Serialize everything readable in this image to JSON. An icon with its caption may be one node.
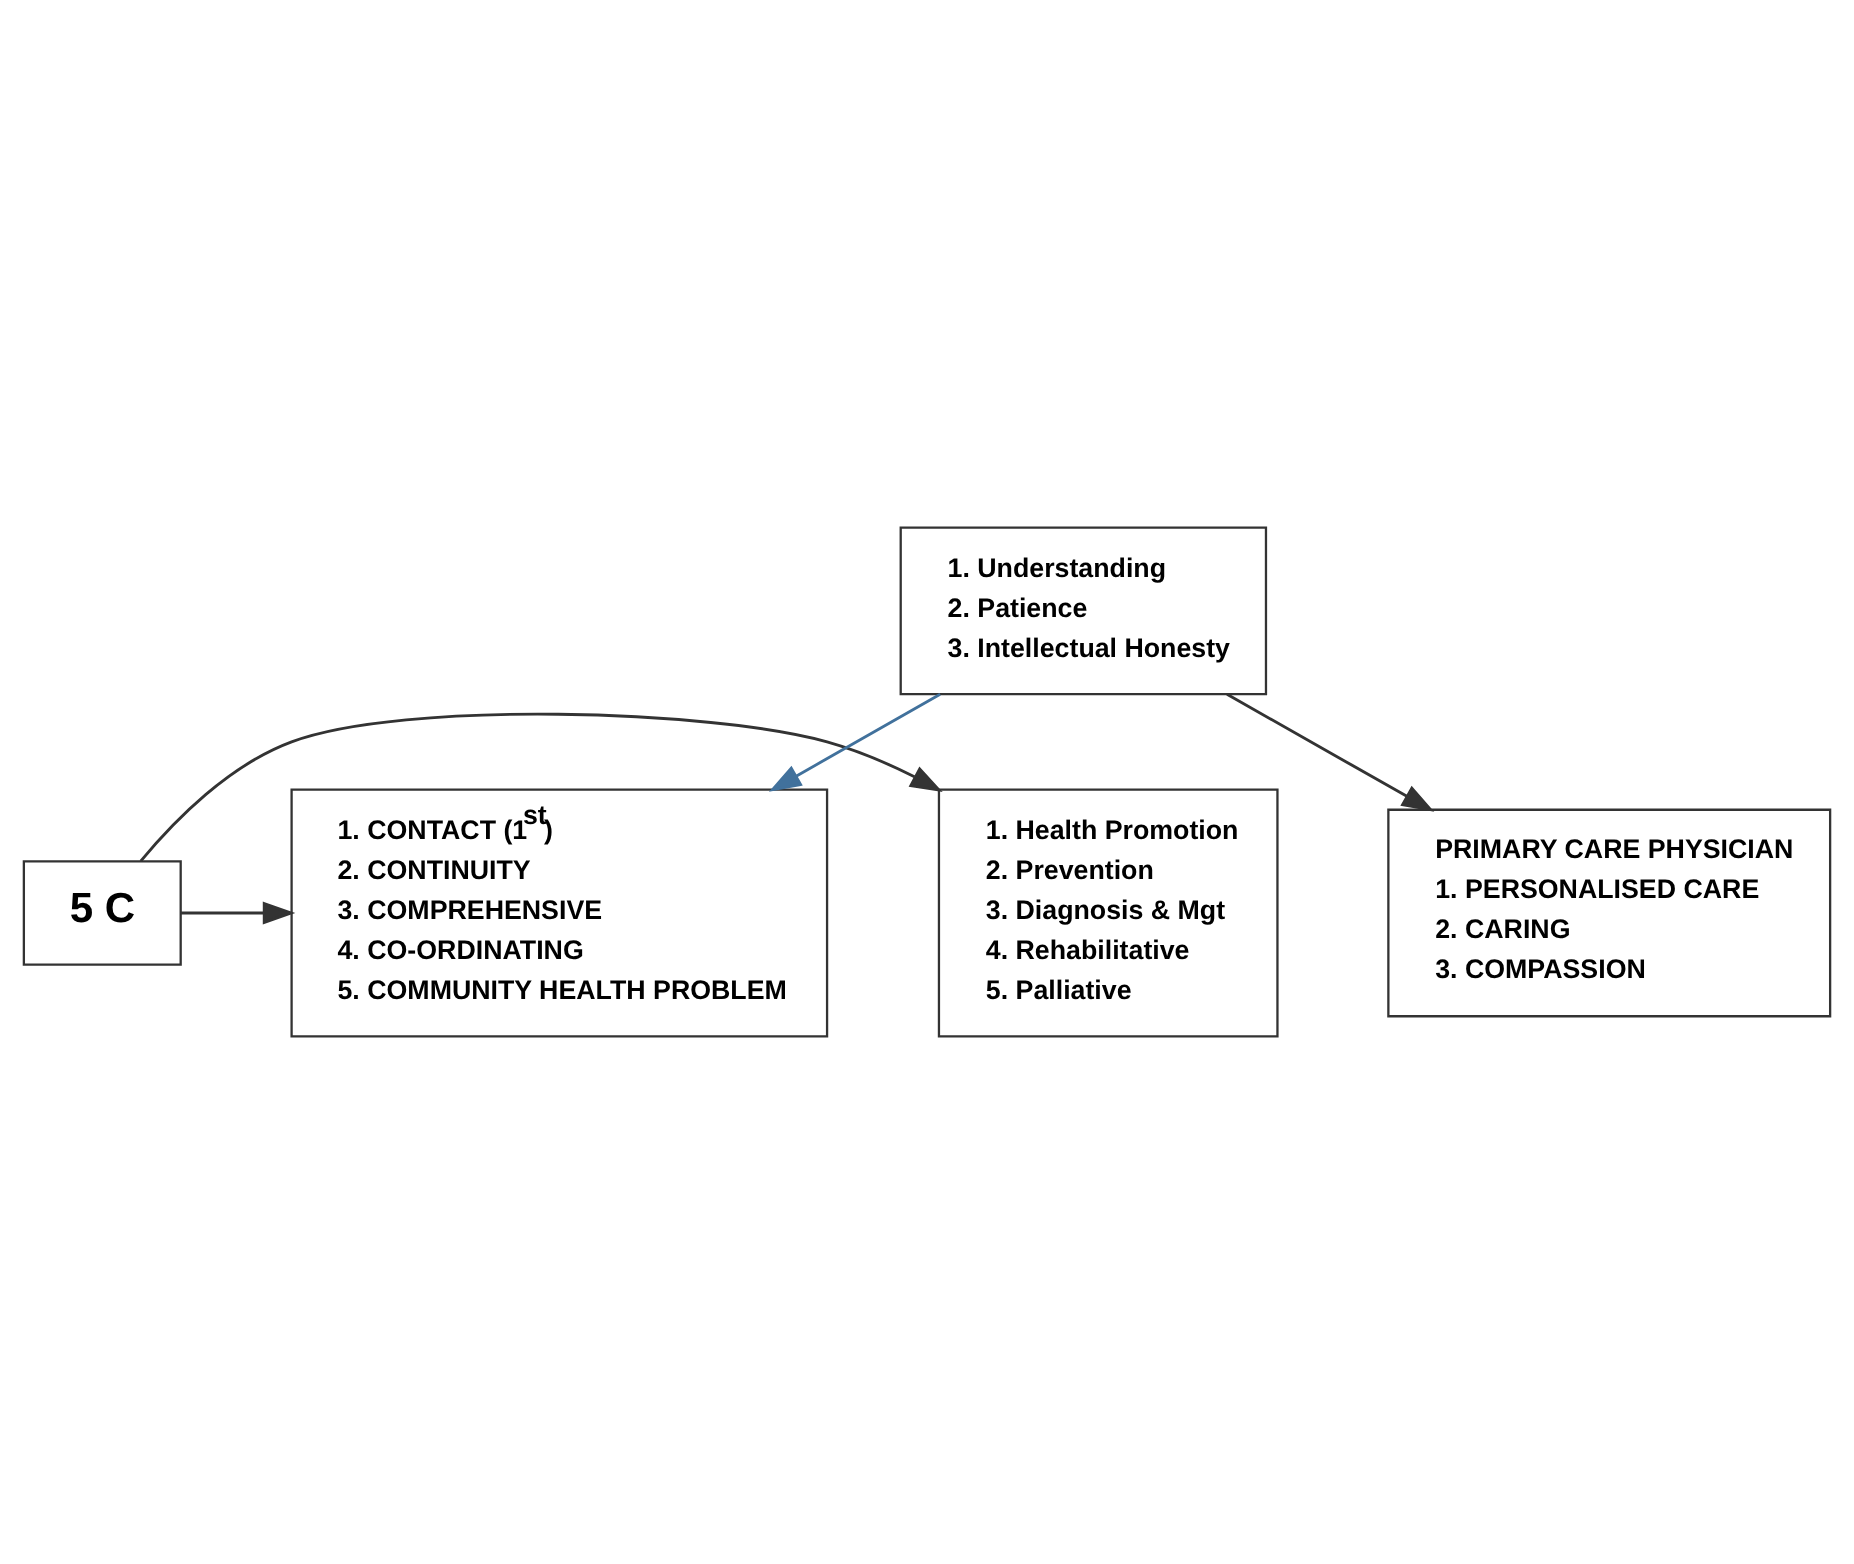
{
  "diagram": {
    "nodes": [
      {
        "text": [
          "1. Health Promotion",
          "2. Prevention",
          "3. Diagnosis & Mgt",
          "4. Rehabilitative",
          "5. Palliative"
        ]
      },
      {
        "text": [
          "5 C"
        ]
      },
      {
        "text": [
          "1. CONTACT (1$^{st}$)",
          "2. CONTINUITY",
          "3. COMPREHENSIVE",
          "4. CO-ORDINATING",
          "5. COMMUNITY HEALTH PROBLEM"
        ]
      },
      {
        "text": [
          "1. Understanding",
          "2. Patience",
          "3. Intellectual Honesty"
        ]
      },
      {
        "text": [
          "PRIMARY CARE PHYSICIAN",
          "1. PERSONALISED CARE",
          "2. CARING",
          "3. COMPASSION"
        ]
      }
    ],
    "edges": [
      {
        "from": 1,
        "to": 0,
        "arrow": "to"
      },
      {
        "from": 1,
        "to": 2,
        "arrow": "to"
      },
      {
        "from": 3,
        "to": 2,
        "arrow": "to",
        "color": "#41719c"
      },
      {
        "from": 3,
        "to": 4,
        "arrow": "to"
      }
    ]
  }
}
